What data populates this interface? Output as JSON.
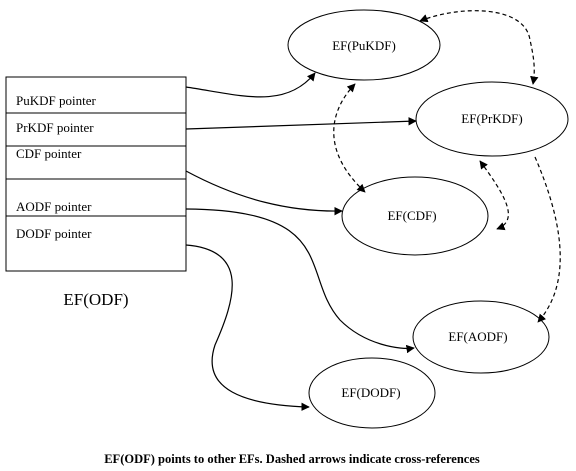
{
  "odf_table": {
    "title": "EF(ODF)",
    "rows": [
      {
        "label": "PuKDF pointer"
      },
      {
        "label": "PrKDF pointer"
      },
      {
        "label": "CDF pointer"
      },
      {
        "label": "AODF pointer"
      },
      {
        "label": "DODF pointer"
      }
    ]
  },
  "nodes": {
    "pukdf": "EF(PuKDF)",
    "prkdf": "EF(PrKDF)",
    "cdf": "EF(CDF)",
    "aodf": "EF(AODF)",
    "dodf": "EF(DODF)"
  },
  "edges": {
    "solid": [
      {
        "from": "PuKDF pointer",
        "to": "EF(PuKDF)"
      },
      {
        "from": "PrKDF pointer",
        "to": "EF(PrKDF)"
      },
      {
        "from": "CDF pointer",
        "to": "EF(CDF)"
      },
      {
        "from": "AODF pointer",
        "to": "EF(AODF)"
      },
      {
        "from": "DODF pointer",
        "to": "EF(DODF)"
      }
    ],
    "dashed": [
      {
        "between": [
          "EF(PuKDF)",
          "EF(PrKDF)"
        ]
      },
      {
        "between": [
          "EF(PuKDF)",
          "EF(CDF)"
        ]
      },
      {
        "between": [
          "EF(PrKDF)",
          "EF(CDF)"
        ]
      },
      {
        "between": [
          "EF(PrKDF)",
          "EF(AODF)"
        ]
      }
    ]
  },
  "caption": "EF(ODF) points to other EFs. Dashed arrows indicate cross-references"
}
